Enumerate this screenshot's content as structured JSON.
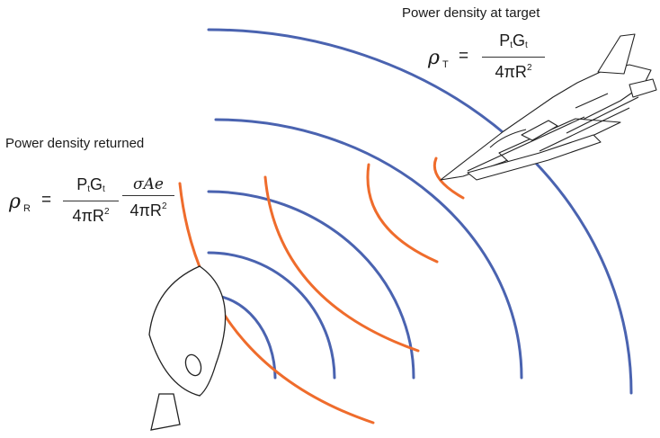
{
  "labels": {
    "target_title": "Power density at target",
    "returned_title": "Power density returned"
  },
  "equation_target": {
    "lhs_symbol": "ρ",
    "lhs_subscript": "T",
    "equals": "=",
    "numerator": {
      "P": "P",
      "P_sub": "t",
      "G": "G",
      "G_sub": "t"
    },
    "denominator": {
      "base": "4πR",
      "exp": "2"
    }
  },
  "equation_returned": {
    "lhs_symbol": "ρ",
    "lhs_subscript": "R",
    "equals": "=",
    "fraction1": {
      "numerator": {
        "P": "P",
        "P_sub": "t",
        "G": "G",
        "G_sub": "t"
      },
      "denominator": {
        "base": "4πR",
        "exp": "2"
      }
    },
    "fraction2": {
      "numerator": "σAe",
      "denominator": {
        "base": "4πR",
        "exp": "2"
      }
    }
  },
  "colors": {
    "transmitted_wave": "#4a63b0",
    "returned_wave": "#ef6c2c",
    "outline": "#222222"
  },
  "icons": {
    "radar": "radar-dish-icon",
    "aircraft": "jet-aircraft-icon"
  }
}
